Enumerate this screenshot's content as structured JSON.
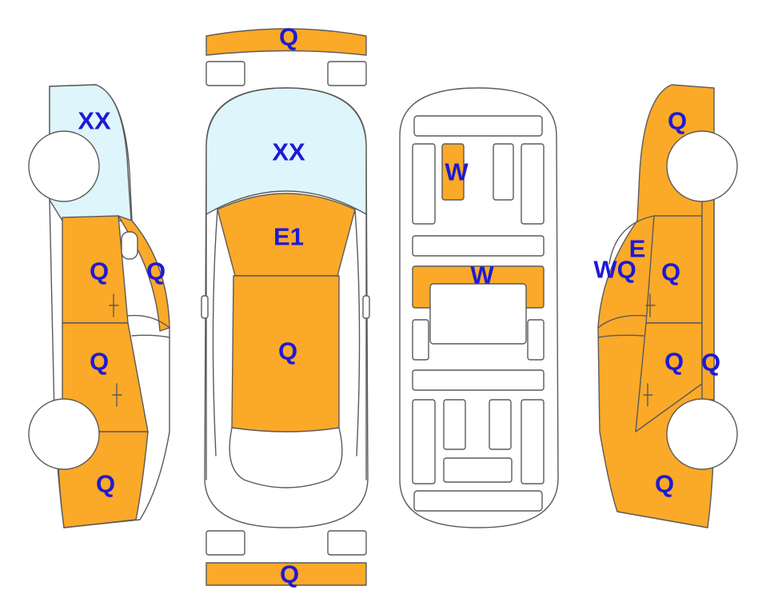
{
  "colors": {
    "damage": "#fba928",
    "glass": "#def5fc",
    "body": "#ffffff",
    "outline": "#5a5a5a",
    "label": "#1e1ad4"
  },
  "labels": {
    "left_window": "XX",
    "left_front_door": "Q",
    "left_pillar": "Q",
    "left_rear_door": "Q",
    "left_rear_quarter": "Q",
    "front_bumper": "Q",
    "windshield": "XX",
    "roof_front": "E1",
    "roof": "Q",
    "rear_bumper": "Q",
    "interior_seat": "W",
    "interior_floor": "W",
    "right_fender": "Q",
    "right_mirror": "E",
    "right_a_pillar": "WQ",
    "right_front_door": "Q",
    "right_rear_door": "Q",
    "right_sill": "Q",
    "right_rear_quarter": "Q"
  }
}
